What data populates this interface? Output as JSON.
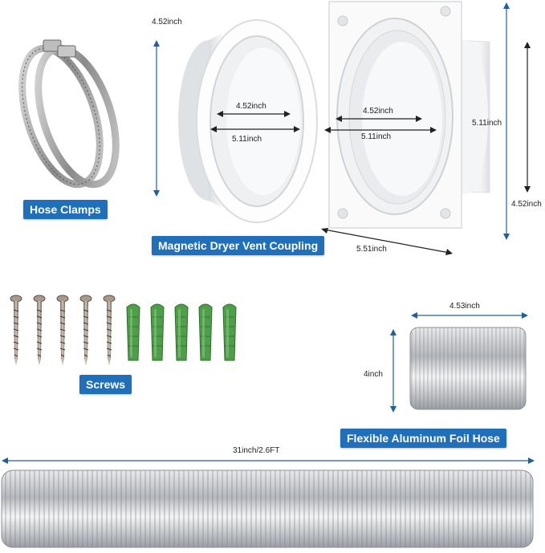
{
  "labels": {
    "hose_clamps": "Hose Clamps",
    "coupling": "Magnetic Dryer Vent Coupling",
    "screws": "Screws",
    "foil_hose": "Flexible Aluminum Foil Hose"
  },
  "dims": {
    "left_ring_height": "4.52inch",
    "left_ring_inner": "4.52inch",
    "left_ring_outer": "5.11inch",
    "plate_inner": "4.52inch",
    "plate_outer": "5.11inch",
    "plate_height": "5.11inch",
    "plate_flange": "4.52inch",
    "plate_width": "5.51inch",
    "short_hose_width": "4.53inch",
    "short_hose_height": "4inch",
    "long_hose_length": "31inch/2.6FT"
  },
  "colors": {
    "badge": "#1f6fba",
    "arrow": "#1f5f9e",
    "anchor": "#4f9e4a"
  }
}
